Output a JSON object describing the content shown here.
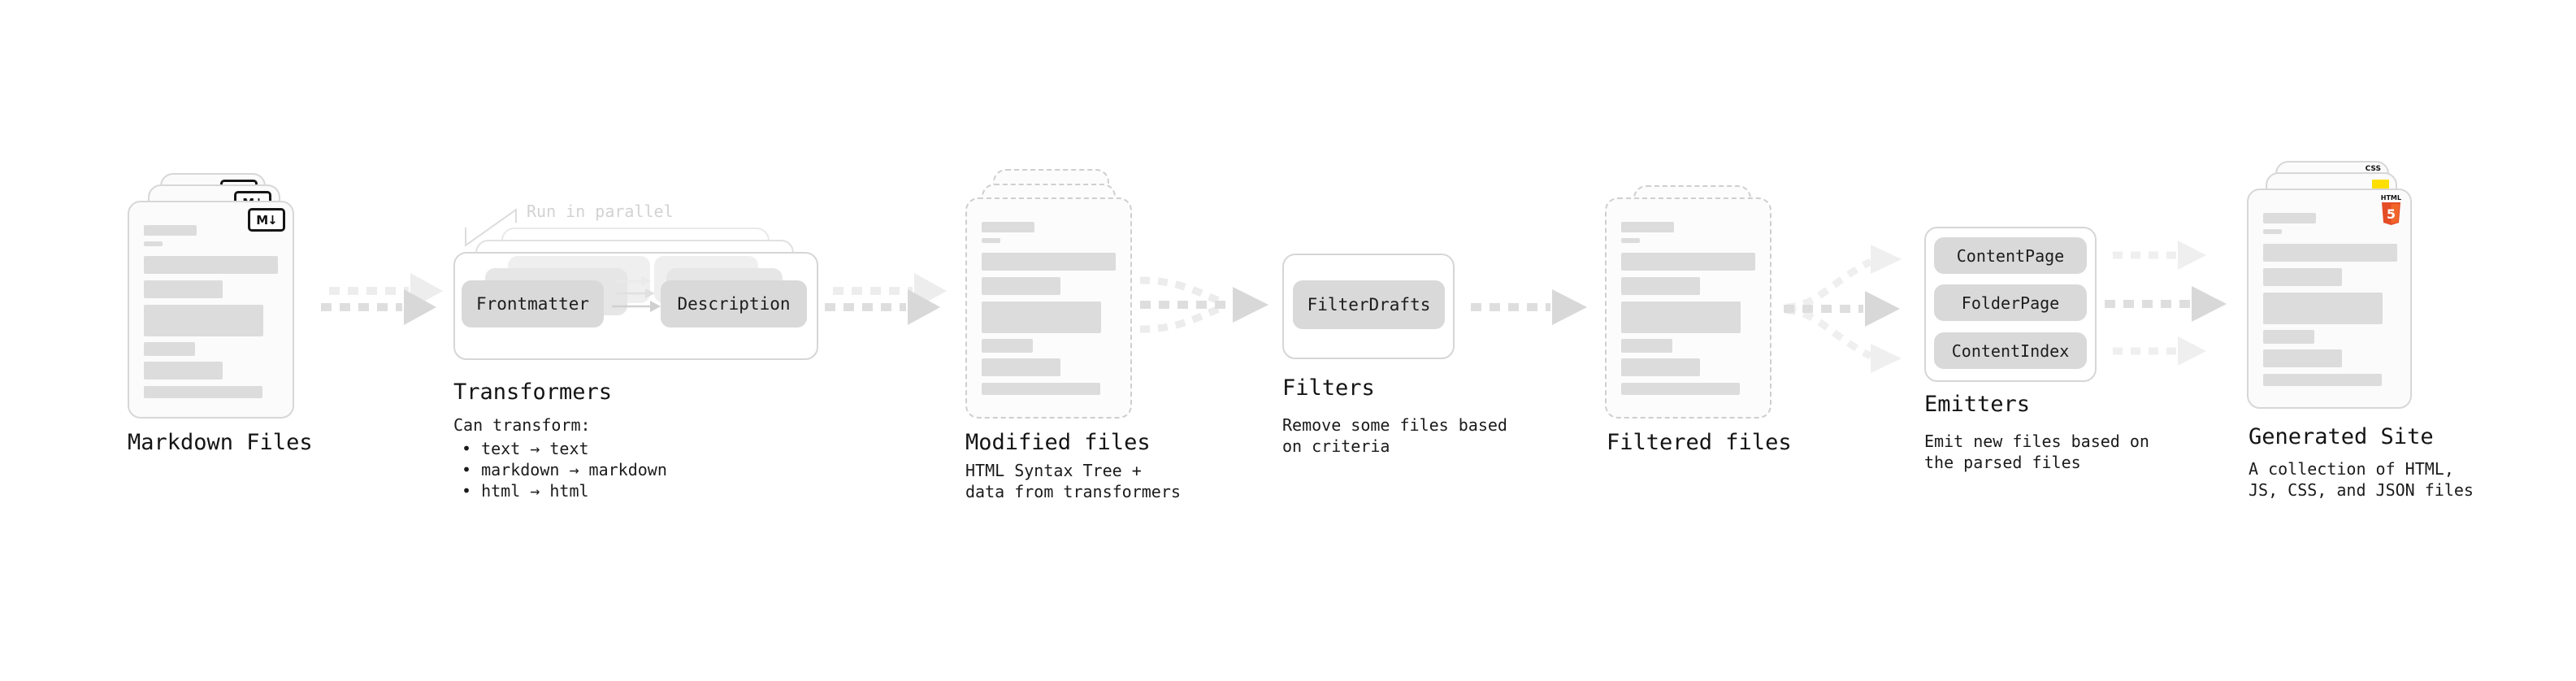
{
  "diagram": {
    "markdown_files": {
      "label": "Markdown Files",
      "badge": "M↓"
    },
    "transformers": {
      "parallel_note": "Run in parallel",
      "nodes": [
        "Frontmatter",
        "Description"
      ],
      "title": "Transformers",
      "description": "Can transform:",
      "bullets": [
        "• text → text",
        "• markdown → markdown",
        "• html → html"
      ]
    },
    "modified_files": {
      "title": "Modified files",
      "subtitle": [
        "HTML Syntax Tree +",
        "data from transformers"
      ]
    },
    "filters": {
      "nodes": [
        "FilterDrafts"
      ],
      "title": "Filters",
      "subtitle": [
        "Remove some files based",
        "on criteria"
      ]
    },
    "filtered_files": {
      "title": "Filtered files"
    },
    "emitters": {
      "nodes": [
        "ContentPage",
        "FolderPage",
        "ContentIndex"
      ],
      "title": "Emitters",
      "subtitle": [
        "Emit new files based on",
        "the parsed files"
      ]
    },
    "generated_site": {
      "title": "Generated Site",
      "subtitle": [
        "A collection of HTML,",
        "JS, CSS, and JSON files"
      ],
      "badges": {
        "css": "CSS",
        "html": "HTML",
        "html5_number": "5"
      }
    }
  },
  "colors": {
    "card_border": "#d7d7d7",
    "node_fill": "#d9d9d9",
    "arrow_gray": "#dedede",
    "note_gray": "#d2d2d2",
    "html5_orange": "#e44d26",
    "html5_orange_light": "#f16529",
    "js_yellow": "#ffdf00",
    "css_blue": "#2965f1"
  }
}
